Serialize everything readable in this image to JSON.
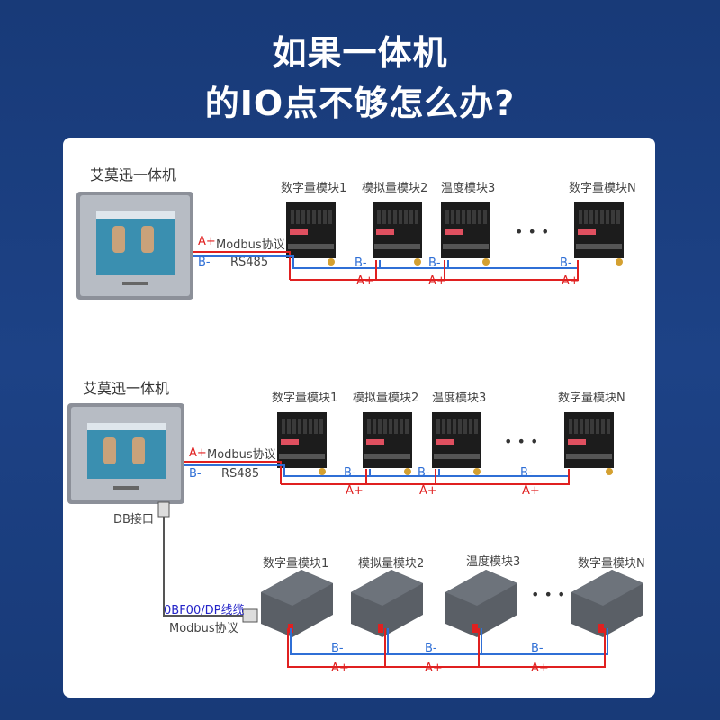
{
  "header": {
    "line1": "如果一体机",
    "line2": "的IO点不够怎么办?"
  },
  "sections": [
    {
      "device_label": "艾莫迅一体机",
      "modules": [
        "数字量模块1",
        "模拟量模块2",
        "温度模块3",
        "数字量模块N"
      ],
      "protocol": "Modbus协议",
      "bus": "RS485",
      "a_plus": "A+",
      "b_minus": "B-",
      "ellipsis": "• • •"
    },
    {
      "device_label": "艾莫迅一体机",
      "modules": [
        "数字量模块1",
        "模拟量模块2",
        "温度模块3",
        "数字量模块N"
      ],
      "protocol": "Modbus协议",
      "bus": "RS485",
      "a_plus": "A+",
      "b_minus": "B-",
      "ellipsis": "• • •",
      "port_label": "DB接口"
    },
    {
      "modules": [
        "数字量模块1",
        "模拟量模块2",
        "温度模块3",
        "数字量模块N"
      ],
      "cable": "0BF00/DP线缆",
      "protocol": "Modbus协议",
      "a_plus": "A+",
      "b_minus": "B-",
      "ellipsis": "• • •"
    }
  ],
  "colors": {
    "background": "#1b3f80",
    "a_plus_wire": "#e02020",
    "b_minus_wire": "#2f6fd6"
  }
}
